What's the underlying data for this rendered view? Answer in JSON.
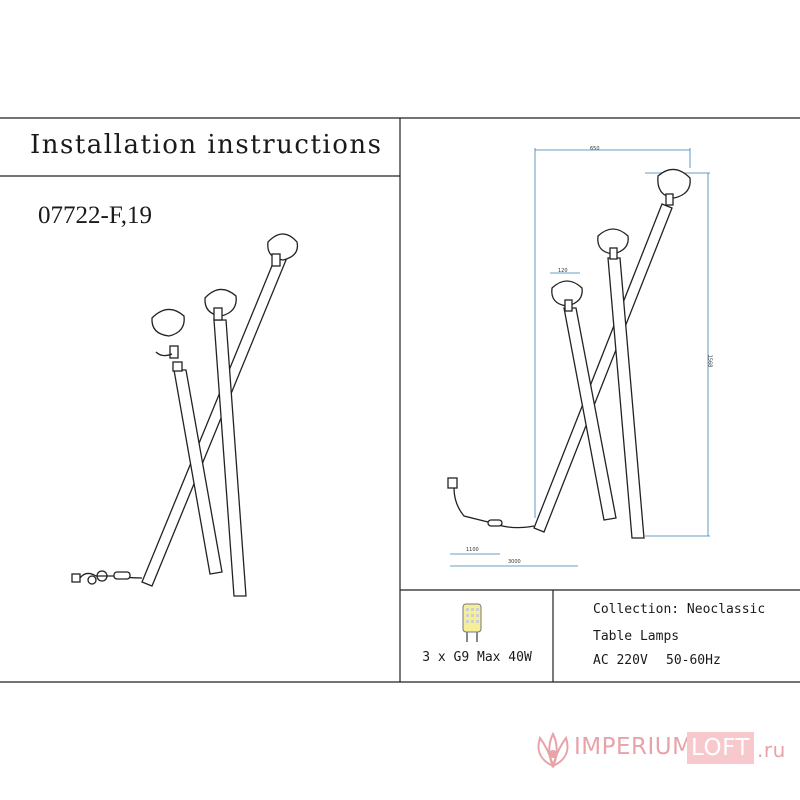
{
  "header": {
    "title": "Installation instructions"
  },
  "model_code": "07722-F,19",
  "dimensions": {
    "width": "650",
    "height": "1568",
    "shade": "120",
    "base_short": "1100",
    "base_long": "3000"
  },
  "bulb": {
    "spec": "3 x G9 Max 40W",
    "icon": "g9-led-bulb-icon"
  },
  "specs": {
    "collection": "Collection: Neoclassic",
    "type": "Table Lamps",
    "voltage": "AC 220V",
    "frequency": "50-60Hz"
  },
  "watermark": {
    "brand_a": "IMPERIUM",
    "brand_b": "LOFT",
    "tld": ".ru",
    "icon": "lotus-logo-icon"
  },
  "colors": {
    "line": "#222222",
    "dimension": "#3a7fb0",
    "watermark_a": "#e8a3a8",
    "watermark_b": "#f7c8cc"
  }
}
